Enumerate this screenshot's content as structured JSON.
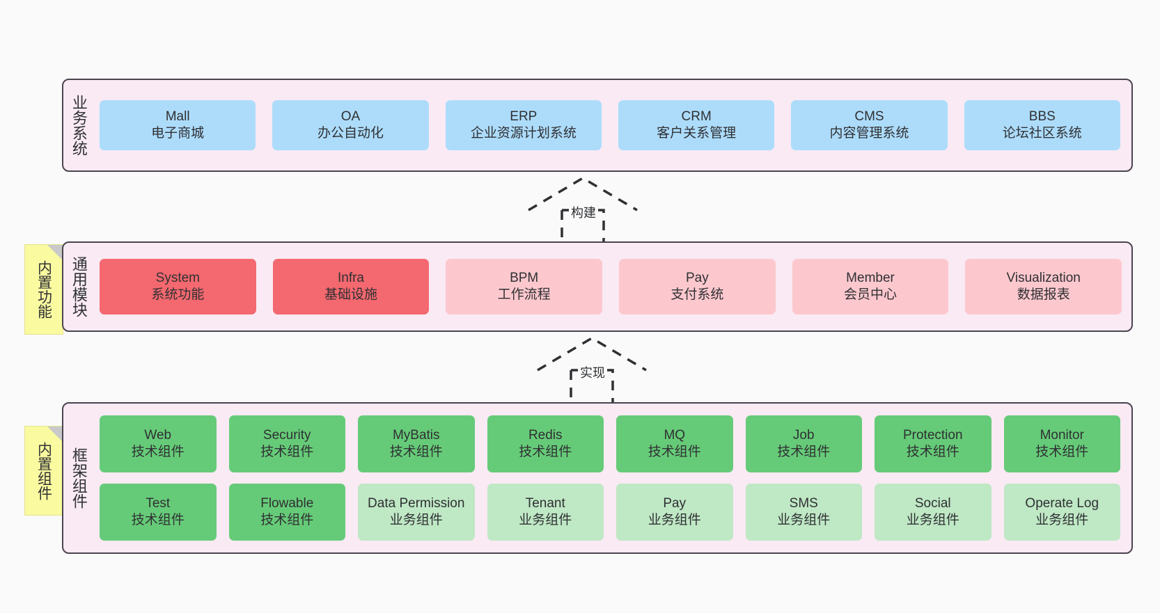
{
  "canvas": {
    "background": "#fafafa",
    "accent_blue": "#ADDCFB",
    "accent_red": "#F4686F",
    "accent_pink": "#FCC8CE",
    "accent_green": "#66CB78",
    "accent_light_green": "#BFE8C5",
    "layer_background": "#f9eaf4",
    "note_yellow": "#FAFAA0",
    "border_color": "#4a444e"
  },
  "layers": [
    {
      "id": "business",
      "title": "业务系统",
      "items": [
        {
          "en": "Mall",
          "cn": "电子商城",
          "style": "blue"
        },
        {
          "en": "OA",
          "cn": "办公自动化",
          "style": "blue"
        },
        {
          "en": "ERP",
          "cn": "企业资源计划系统",
          "style": "blue"
        },
        {
          "en": "CRM",
          "cn": "客户关系管理",
          "style": "blue"
        },
        {
          "en": "CMS",
          "cn": "内容管理系统",
          "style": "blue"
        },
        {
          "en": "BBS",
          "cn": "论坛社区系统",
          "style": "blue"
        }
      ]
    },
    {
      "id": "modules",
      "title": "通用模块",
      "note": "内置功能",
      "items": [
        {
          "en": "System",
          "cn": "系统功能",
          "style": "strong"
        },
        {
          "en": "Infra",
          "cn": "基础设施",
          "style": "strong"
        },
        {
          "en": "BPM",
          "cn": "工作流程",
          "style": "soft"
        },
        {
          "en": "Pay",
          "cn": "支付系统",
          "style": "soft"
        },
        {
          "en": "Member",
          "cn": "会员中心",
          "style": "soft"
        },
        {
          "en": "Visualization",
          "cn": "数据报表",
          "style": "soft"
        }
      ]
    },
    {
      "id": "framework",
      "title": "框架组件",
      "note": "内置组件",
      "row1": [
        {
          "en": "Web",
          "cn": "技术组件",
          "style": "tech"
        },
        {
          "en": "Security",
          "cn": "技术组件",
          "style": "tech"
        },
        {
          "en": "MyBatis",
          "cn": "技术组件",
          "style": "tech"
        },
        {
          "en": "Redis",
          "cn": "技术组件",
          "style": "tech"
        },
        {
          "en": "MQ",
          "cn": "技术组件",
          "style": "tech"
        },
        {
          "en": "Job",
          "cn": "技术组件",
          "style": "tech"
        },
        {
          "en": "Protection",
          "cn": "技术组件",
          "style": "tech"
        },
        {
          "en": "Monitor",
          "cn": "技术组件",
          "style": "tech"
        }
      ],
      "row2": [
        {
          "en": "Test",
          "cn": "技术组件",
          "style": "tech"
        },
        {
          "en": "Flowable",
          "cn": "技术组件",
          "style": "tech"
        },
        {
          "en": "Data Permission",
          "cn": "业务组件",
          "style": "biz"
        },
        {
          "en": "Tenant",
          "cn": "业务组件",
          "style": "biz"
        },
        {
          "en": "Pay",
          "cn": "业务组件",
          "style": "biz"
        },
        {
          "en": "SMS",
          "cn": "业务组件",
          "style": "biz"
        },
        {
          "en": "Social",
          "cn": "业务组件",
          "style": "biz"
        },
        {
          "en": "Operate Log",
          "cn": "业务组件",
          "style": "biz"
        }
      ]
    }
  ],
  "connectors": [
    {
      "id": "build",
      "label": "构建",
      "style": "dashed-generalization"
    },
    {
      "id": "implement",
      "label": "实现",
      "style": "dashed-generalization"
    }
  ]
}
